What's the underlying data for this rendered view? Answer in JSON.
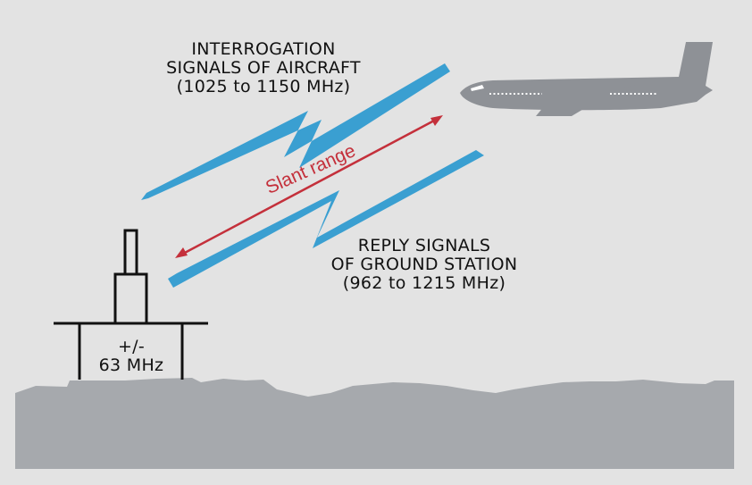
{
  "interrogation": {
    "line1": "INTERROGATION",
    "line2": "SIGNALS OF AIRCRAFT",
    "line3": "(1025 to 1150 MHz)"
  },
  "reply": {
    "line1": "REPLY SIGNALS",
    "line2": "OF GROUND STATION",
    "line3": "(962 to 1215 MHz)"
  },
  "slant": "Slant range",
  "station": {
    "line1": "+/-",
    "line2": "63 MHz"
  },
  "colors": {
    "background": "#e3e3e3",
    "signal": "#3a9fd1",
    "slant": "#c4303b",
    "aircraft": "#8e9196",
    "ground": "#a6a9ad",
    "station_line": "#111111"
  }
}
